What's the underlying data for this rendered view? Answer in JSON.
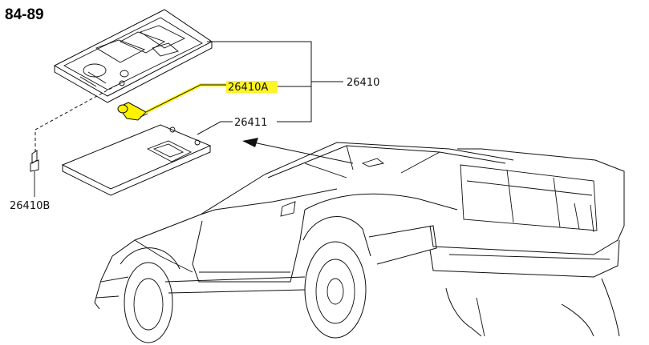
{
  "diagram": {
    "title": "84-89",
    "labels": {
      "assembly": "26410",
      "bulb": "26410A",
      "lens": "26411",
      "screw": "26410B"
    },
    "highlight_color": "#fff200"
  }
}
